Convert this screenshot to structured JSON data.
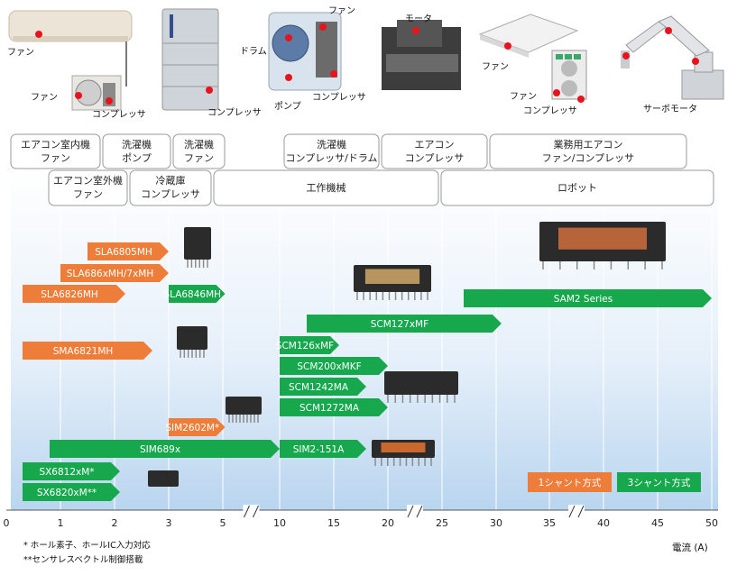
{
  "chart_data": {
    "type": "bar",
    "xlabel": "電流 (A)",
    "x_ticks": [
      "0",
      "1",
      "2",
      "3",
      "5",
      "10",
      "15",
      "20",
      "25",
      "30",
      "35",
      "40",
      "45",
      "50"
    ],
    "axis_breaks": [
      "5-10",
      "20-25",
      "35-40"
    ],
    "legend": [
      {
        "name": "1シャント方式",
        "color": "#ee7d3a"
      },
      {
        "name": "3シャント方式",
        "color": "#17a84e"
      }
    ],
    "applications": [
      {
        "label": [
          "エアコン室内機",
          "ファン"
        ],
        "from": 0,
        "to": "1.7"
      },
      {
        "label": [
          "洗濯機",
          "ポンプ"
        ],
        "from": "1.7",
        "to": 3
      },
      {
        "label": [
          "洗濯機",
          "ファン"
        ],
        "from": 3,
        "to": 5
      },
      {
        "label": [
          "洗濯機",
          "コンプレッサ/ドラム"
        ],
        "from": 10,
        "to": 19
      },
      {
        "label": [
          "エアコン",
          "コンプレッサ"
        ],
        "from": 19,
        "to": 29
      },
      {
        "label": [
          "業務用エアコン",
          "ファン/コンプレッサ"
        ],
        "from": 29,
        "to": "47.5"
      },
      {
        "label": [
          "エアコン室外機",
          "ファン"
        ],
        "from": "0.7",
        "to": "2.2"
      },
      {
        "label": [
          "冷蔵庫",
          "コンプレッサ"
        ],
        "from": "2.2",
        "to": "4.5"
      },
      {
        "label": [
          "工作機械"
        ],
        "from": "4.5",
        "to": "24.5"
      },
      {
        "label": [
          "ロボット"
        ],
        "from": "24.5",
        "to": 50
      }
    ],
    "series": [
      {
        "name": "SLA6805MH",
        "from": "1.5",
        "to": 3,
        "type": "1シャント方式"
      },
      {
        "name": "SLA686xMH/7xMH",
        "from": 1,
        "to": 3,
        "type": "1シャント方式"
      },
      {
        "name": "SLA6826MH",
        "from": "0.3",
        "to": "2.2",
        "type": "1シャント方式"
      },
      {
        "name": "SLA6846MH",
        "from": 3,
        "to": "5.2",
        "type": "3シャント方式"
      },
      {
        "name": "SAM2 Series",
        "from": 27,
        "to": 50,
        "type": "3シャント方式"
      },
      {
        "name": "SCM127xMF",
        "from": "12.5",
        "to": "30.5",
        "type": "3シャント方式"
      },
      {
        "name": "SMA6821MH",
        "from": "0.3",
        "to": "2.7",
        "type": "1シャント方式"
      },
      {
        "name": "SCM126xMF",
        "from": 10,
        "to": "15.5",
        "type": "3シャント方式"
      },
      {
        "name": "SCM200xMKF",
        "from": 10,
        "to": 20,
        "type": "3シャント方式"
      },
      {
        "name": "SCM1242MA",
        "from": 10,
        "to": 18,
        "type": "3シャント方式"
      },
      {
        "name": "SCM1272MA",
        "from": 10,
        "to": 20,
        "type": "3シャント方式"
      },
      {
        "name": "SIM2602M*",
        "from": 3,
        "to": "5.2",
        "type": "1シャント方式"
      },
      {
        "name": "SIM689x",
        "from": "0.8",
        "to": 10,
        "type": "3シャント方式"
      },
      {
        "name": "SIM2-151A",
        "from": 10,
        "to": 18,
        "type": "3シャント方式"
      },
      {
        "name": "SX6812xM*",
        "from": "0.3",
        "to": "2.1",
        "type": "3シャント方式"
      },
      {
        "name": "SX6820xM**",
        "from": "0.3",
        "to": "2.1",
        "type": "3シャント方式"
      }
    ]
  },
  "callouts": {
    "aircon_fan": "ファン",
    "outdoor_fan": "ファン",
    "outdoor_comp": "コンプレッサ",
    "fridge_comp": "コンプレッサ",
    "washer_fan": "ファン",
    "washer_drum": "ドラム",
    "washer_pump": "ポンプ",
    "washer_comp": "コンプレッサ",
    "motor": "モータ",
    "cassette_fan": "ファン",
    "cassette_fan2": "ファン",
    "cassette_comp": "コンプレッサ",
    "servo": "サーボモータ"
  },
  "notes": {
    "hall": "*  ホール素子、ホールIC入力対応",
    "sensorless": "**センサレスベクトル制御搭載"
  },
  "colors": {
    "one_shunt": "#ee7d3a",
    "three_shunt": "#17a84e",
    "plot_bg_top": "#ffffff",
    "plot_bg_bottom": "#b9d5ef"
  }
}
